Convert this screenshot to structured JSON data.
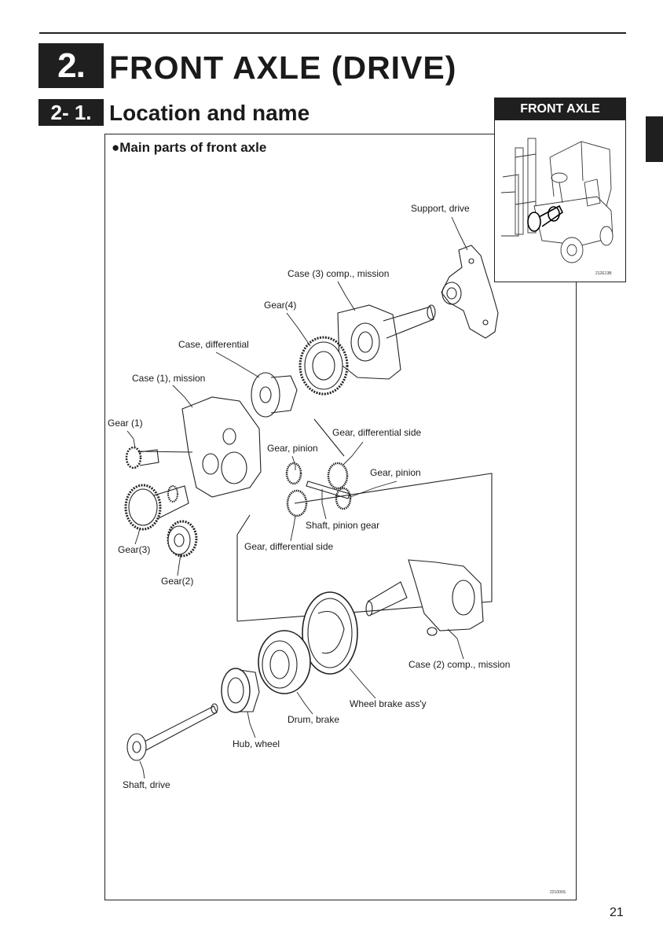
{
  "header": {
    "section_number": "2.",
    "section_title": "FRONT AXLE (DRIVE)",
    "subsection_number": "2- 1.",
    "subsection_title": "Location and name"
  },
  "inset": {
    "title": "FRONT AXLE",
    "code": "212E13B"
  },
  "figure": {
    "heading": "●Main parts of front axle",
    "code": "221000S",
    "labels": {
      "support_drive": "Support, drive",
      "case3": "Case (3) comp., mission",
      "gear4": "Gear(4)",
      "case_diff": "Case, differential",
      "case1": "Case (1), mission",
      "gear1": "Gear (1)",
      "gear_diff_side_1": "Gear, differential side",
      "gear_pinion_1": "Gear, pinion",
      "gear_pinion_2": "Gear, pinion",
      "shaft_pinion_gear": "Shaft, pinion gear",
      "gear_diff_side_2": "Gear, differential side",
      "gear3": "Gear(3)",
      "gear2": "Gear(2)",
      "case2": "Case (2) comp., mission",
      "wheel_brake": "Wheel brake ass'y",
      "drum_brake": "Drum, brake",
      "hub_wheel": "Hub, wheel",
      "shaft_drive": "Shaft, drive"
    }
  },
  "page": {
    "number": "21"
  }
}
